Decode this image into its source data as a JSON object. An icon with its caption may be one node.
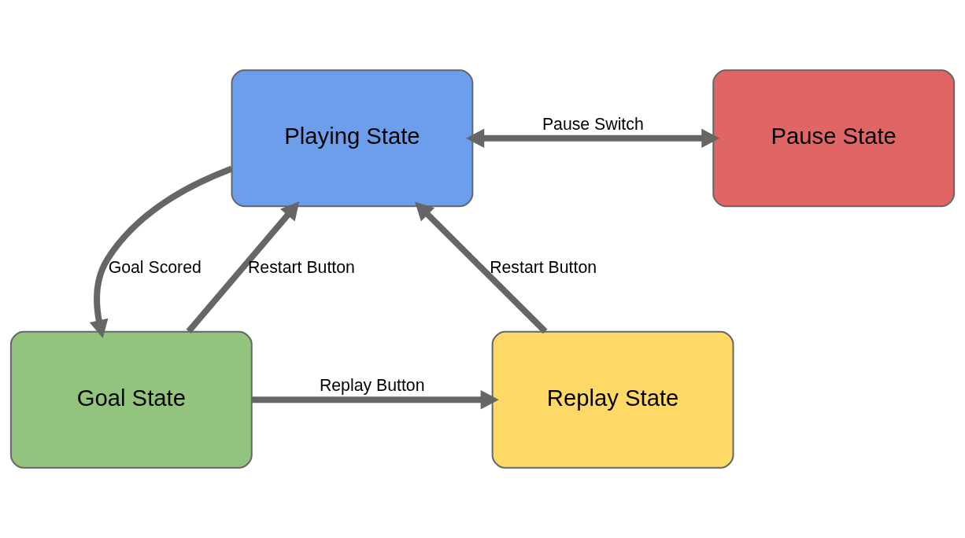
{
  "diagram": {
    "nodes": [
      {
        "text": [
          "Playing State"
        ]
      },
      {
        "text": [
          "Pause State"
        ]
      },
      {
        "text": [
          "Replay State"
        ]
      },
      {
        "text": [
          "Goal State"
        ]
      }
    ],
    "edges": [
      {
        "from": 0,
        "to": 1,
        "arrow": "both",
        "label": "Pause Switch"
      },
      {
        "from": 0,
        "to": 3,
        "arrow": "to",
        "label": "Goal Scored"
      },
      {
        "from": 3,
        "to": 0,
        "arrow": "to",
        "label": "Restart Button"
      },
      {
        "from": 3,
        "to": 2,
        "arrow": "to",
        "label": "Replay Button"
      },
      {
        "from": 2,
        "to": 0,
        "arrow": "to",
        "label": "Restart Button"
      }
    ]
  }
}
